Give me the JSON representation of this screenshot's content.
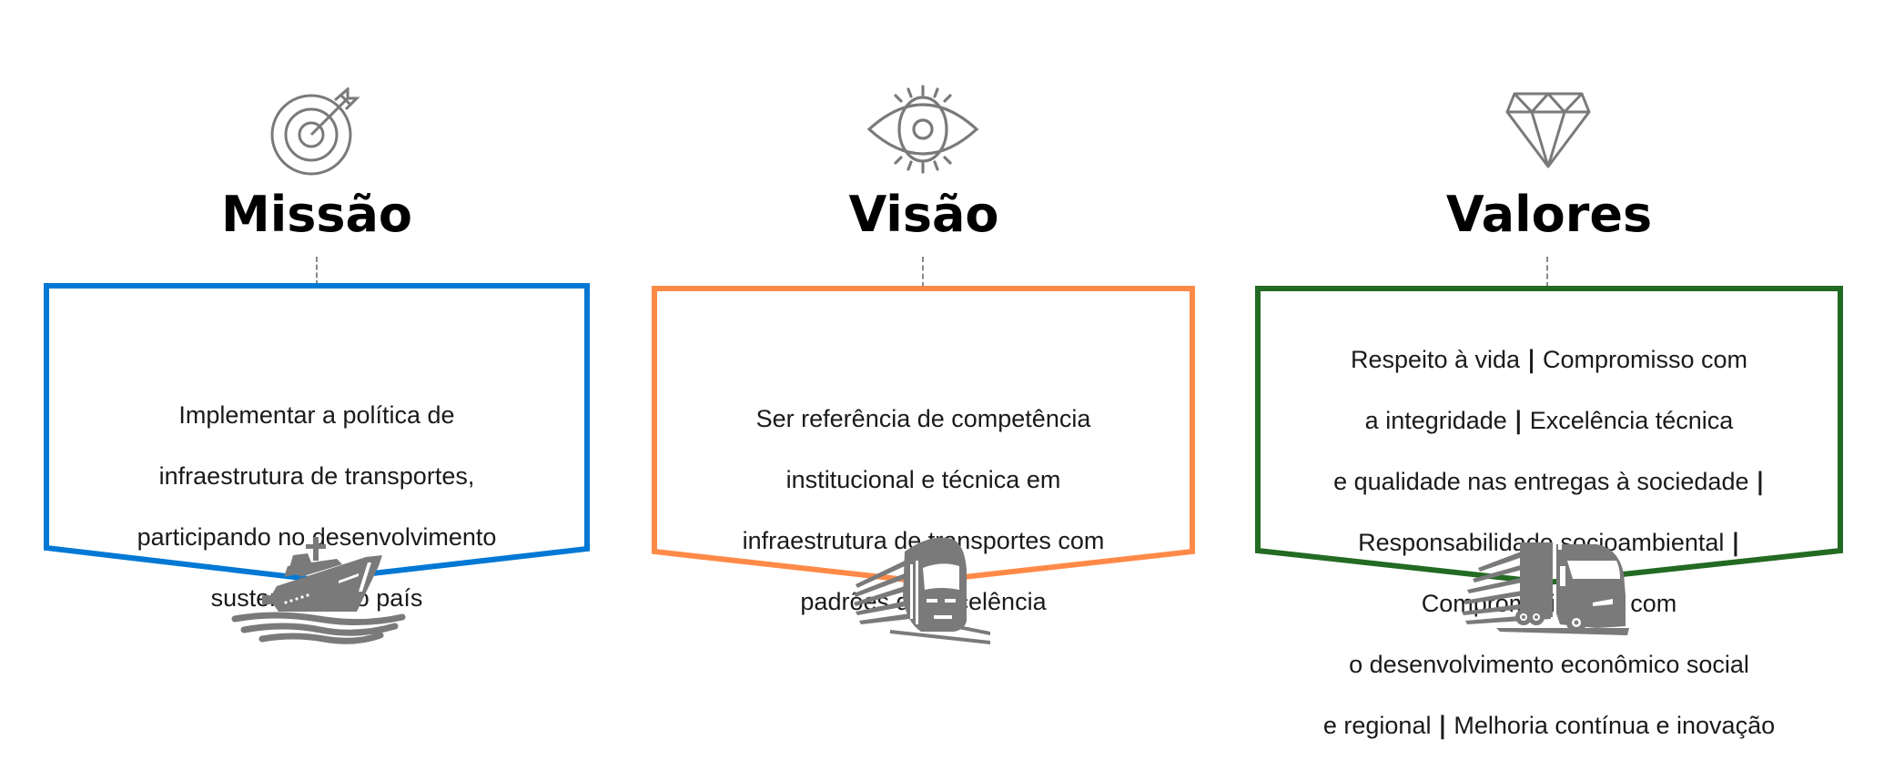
{
  "colors": {
    "missao": "#0078D4",
    "visao": "#FF8A48",
    "valores": "#236A22",
    "icon_gray": "#7a7a7a",
    "text": "#1a1a1a"
  },
  "sections": [
    {
      "id": "missao",
      "title": "Missão",
      "top_icon": "target-arrow-icon",
      "bottom_icon": "ship-icon",
      "lines": [
        "Implementar a política de",
        "infraestrutura de transportes,",
        "participando no desenvolvimento",
        "sustentável do país"
      ]
    },
    {
      "id": "visao",
      "title": "Visão",
      "top_icon": "eye-icon",
      "bottom_icon": "train-icon",
      "lines": [
        "Ser referência de competência",
        "institucional e técnica em",
        "infraestrutura de transportes com",
        "padrões de excelência"
      ]
    },
    {
      "id": "valores",
      "title": "Valores",
      "top_icon": "diamond-icon",
      "bottom_icon": "truck-icon",
      "separator": "|",
      "lines": [
        [
          "Respeito à vida",
          "Compromisso com"
        ],
        [
          "a integridade",
          "Excelência técnica"
        ],
        [
          "e qualidade nas entregas à sociedade",
          ""
        ],
        [
          "Responsabilidade socioambiental",
          ""
        ],
        [
          "Comprometimento com"
        ],
        [
          "o desenvolvimento econômico social"
        ],
        [
          "e regional",
          "Melhoria contínua e inovação"
        ]
      ]
    }
  ]
}
